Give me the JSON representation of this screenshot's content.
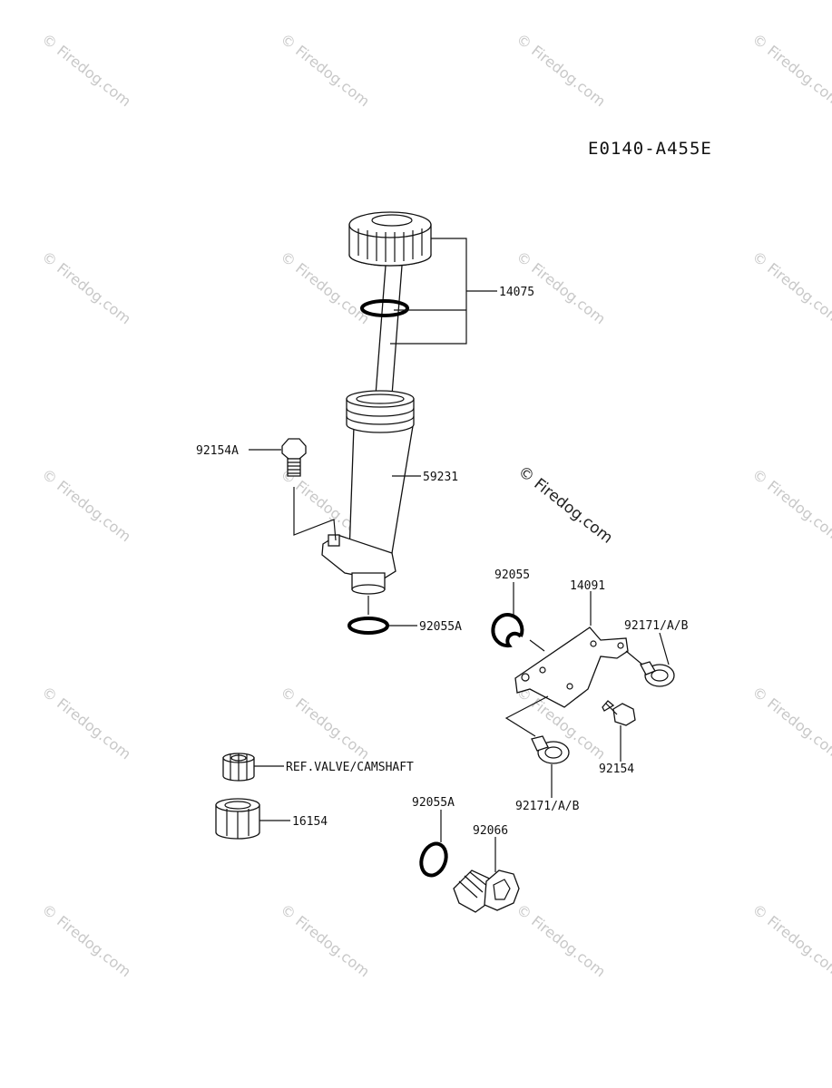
{
  "diagram": {
    "code": "E0140-A455E",
    "watermark": "© Firedog.com",
    "labels": {
      "cap_gauge": "14075",
      "filler_tube": "59231",
      "bolt_a": "92154A",
      "oring_tube": "92055A",
      "ring_bracket": "92055",
      "bracket": "14091",
      "clamp_right": "92171/A/B",
      "bolt": "92154",
      "clamp_bottom": "92171/A/B",
      "ref_valve": "REF.VALVE/CAMSHAFT",
      "gear": "16154",
      "oring_plug": "92055A",
      "plug": "92066"
    }
  }
}
